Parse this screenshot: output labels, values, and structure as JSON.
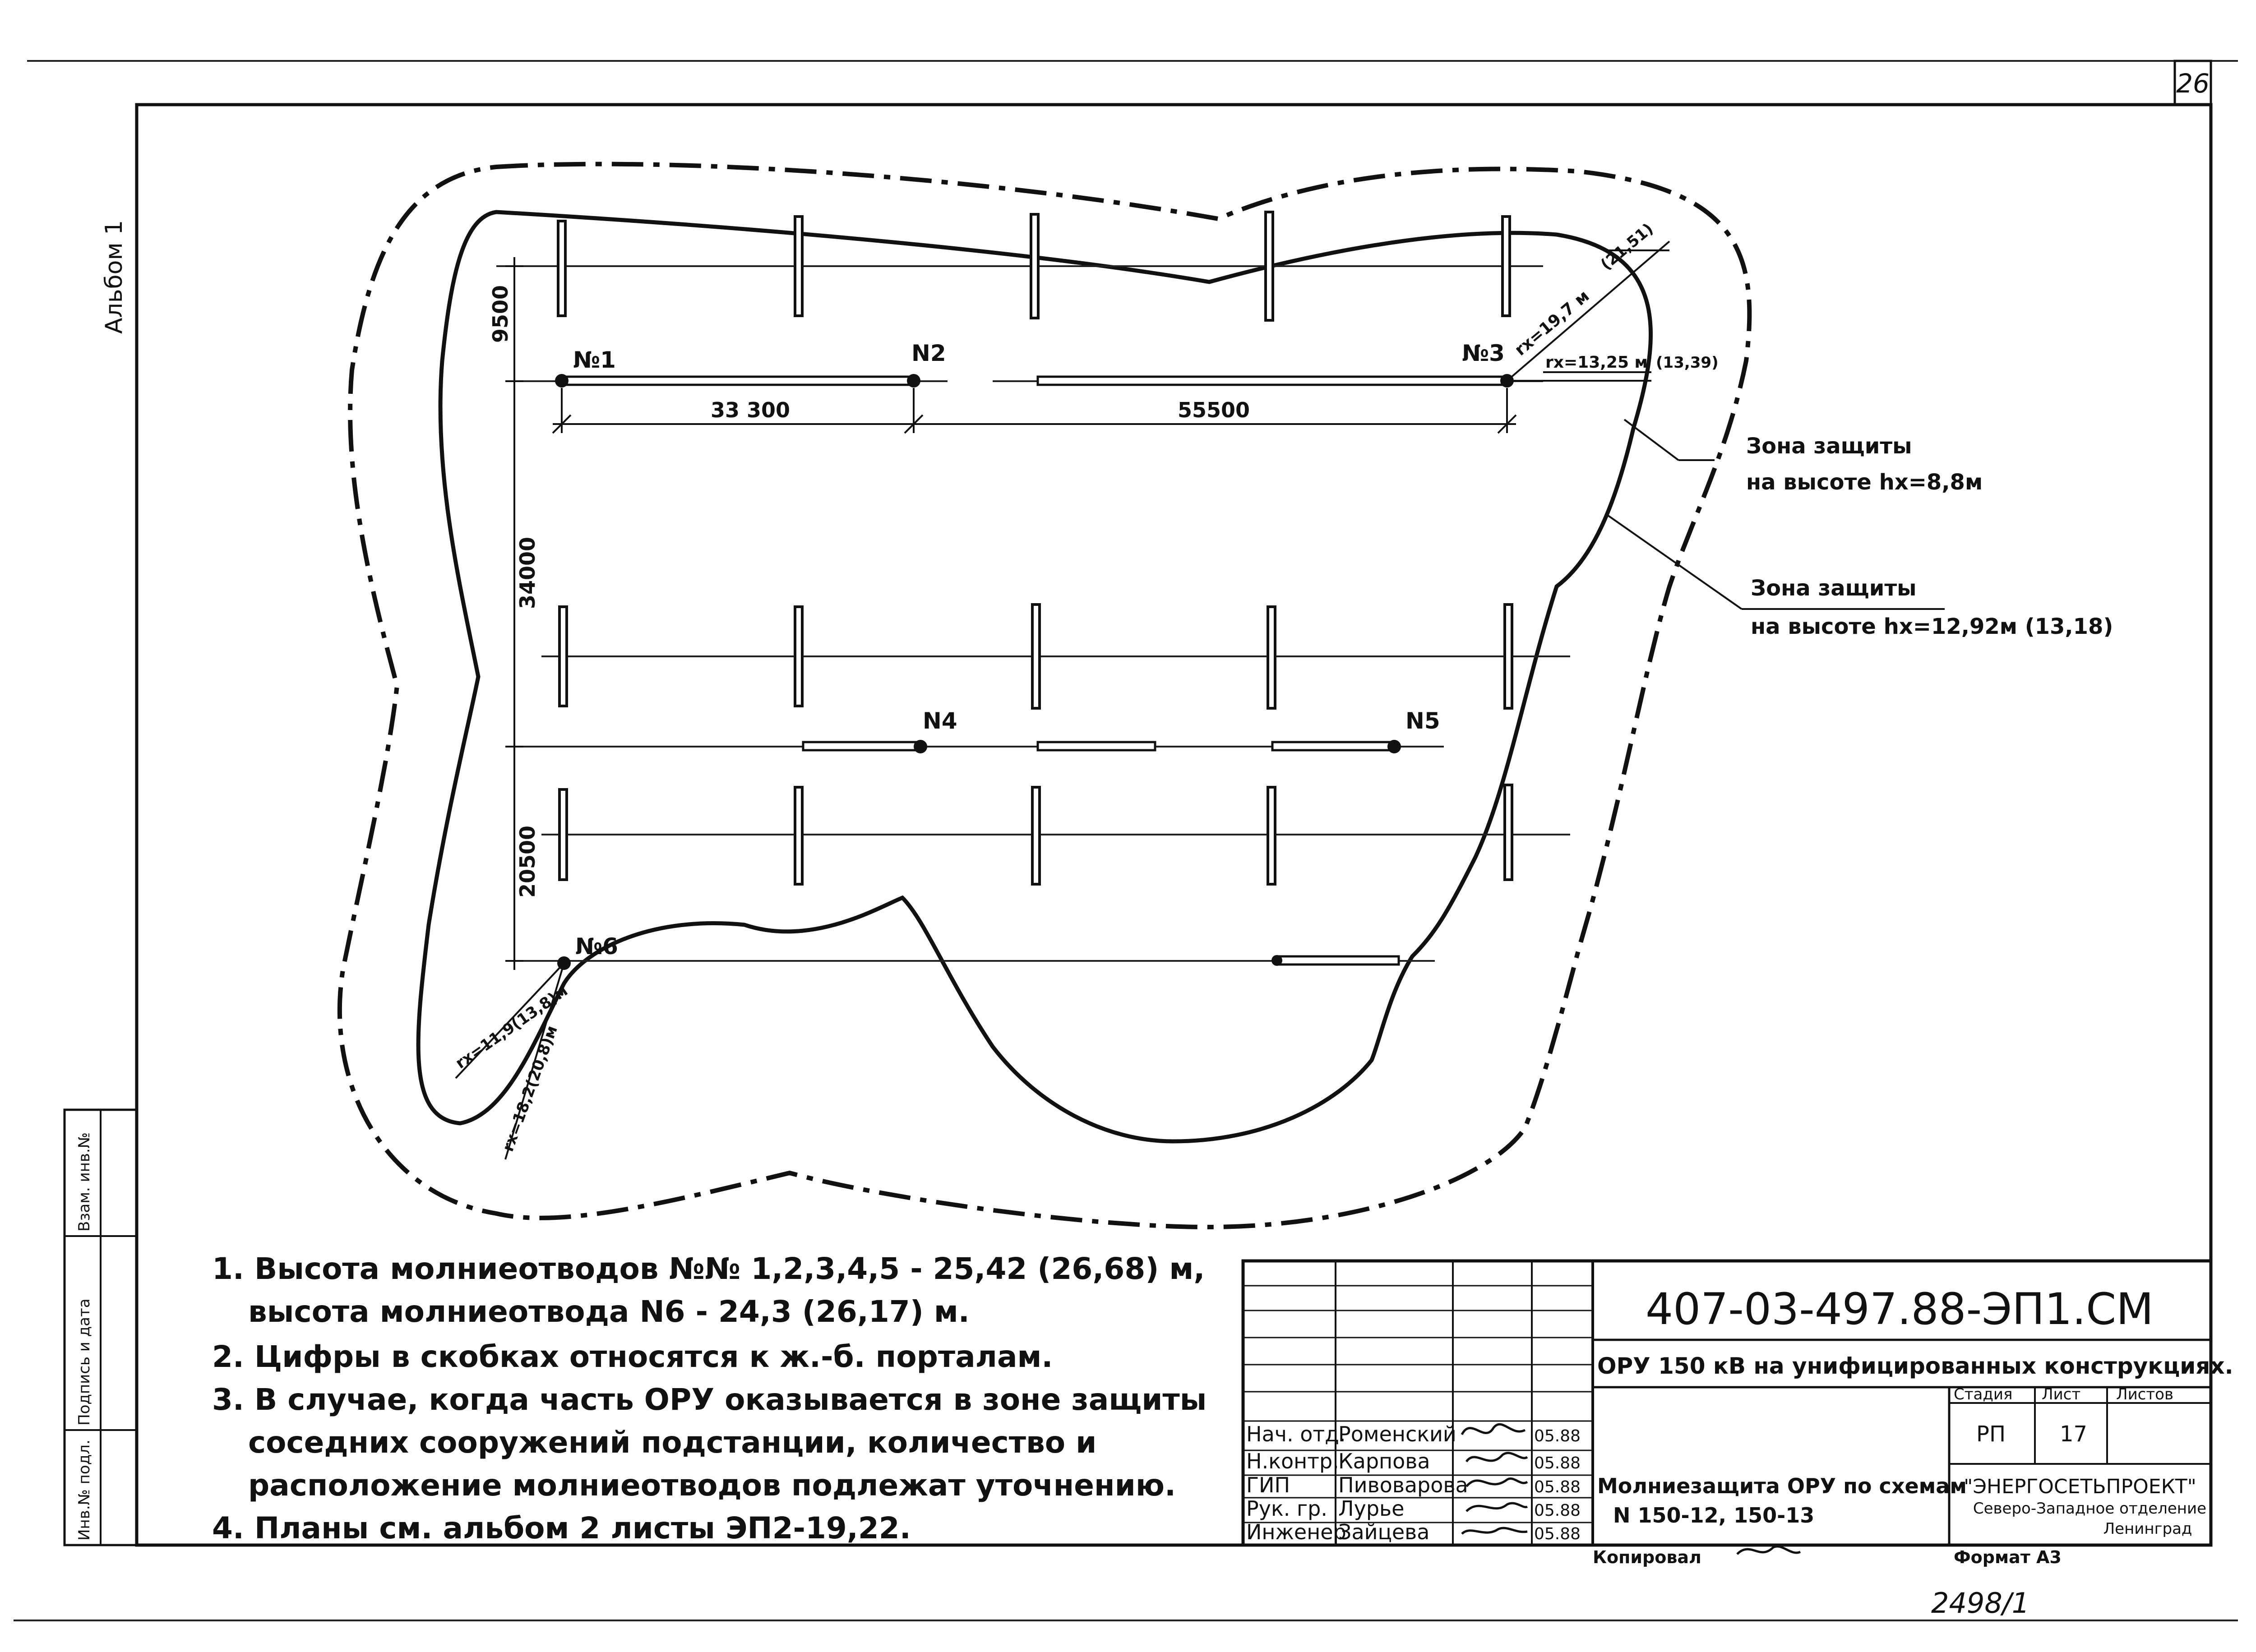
{
  "sheet_number": "26",
  "album_label": "Альбом 1",
  "side_stamp": [
    "Инв.№ подл.",
    "Подпись и дата",
    "Взам. инв.№"
  ],
  "arresters": {
    "n1": "№1",
    "n2": "N2",
    "n3": "№3",
    "n4": "N4",
    "n5": "N5",
    "n6": "№6"
  },
  "dimensions": {
    "d9500": "9500",
    "d33300": "33 300",
    "d55500": "55500",
    "d34000": "34000",
    "d20500": "20500"
  },
  "radii": {
    "rx1": "rx=19,7 м",
    "rx1_bracket": "(21,51)",
    "rx2": "rx=13,25 м",
    "rx2_bracket": "(13,39)",
    "rx3": "rx=11,9(13,8)м",
    "rx4": "rx=18,2(20,8)м"
  },
  "zone_labels": {
    "zone1_line1": "Зона защиты",
    "zone1_line2": "на высоте hx=8,8м",
    "zone2_line1": "Зона защиты",
    "zone2_line2": "на высоте hx=12,92м (13,18)"
  },
  "notes": [
    "1. Высота молниеотводов №№ 1,2,3,4,5 - 25,42 (26,68) м,",
    "высота молниеотвода N6 - 24,3 (26,17) м.",
    "2. Цифры в скобках относятся к ж.-б. порталам.",
    "3. В случае, когда часть ОРУ оказывается в зоне защиты",
    "соседних сооружений подстанции, количество и",
    "расположение молниеотводов подлежат уточнению.",
    "4. Планы см. альбом 2 листы ЭП2-19,22."
  ],
  "title_block": {
    "code": "407-03-497.88-ЭП1.СМ",
    "object": "ОРУ 150 кВ на унифицированных конструкциях.",
    "drawing_title_1": "Молниезащита ОРУ по схемам",
    "drawing_title_2": "N 150-12, 150-13",
    "stage_header": "Стадия",
    "sheet_header": "Лист",
    "sheets_header": "Листов",
    "stage": "РП",
    "sheet": "17",
    "org_1": "\"ЭНЕРГОСЕТЬПРОЕКТ\"",
    "org_2": "Северо-Западное отделение",
    "org_3": "Ленинград",
    "staff": [
      {
        "role": "Нач. отд.",
        "name": "Роменский",
        "date": "05.88"
      },
      {
        "role": "Н.контр.",
        "name": "Карпова",
        "date": "05.88"
      },
      {
        "role": "ГИП",
        "name": "Пивоварова",
        "date": "05.88"
      },
      {
        "role": "Рук. гр.",
        "name": "Лурье",
        "date": "05.88"
      },
      {
        "role": "Инженер",
        "name": "Зайцева",
        "date": "05.88"
      }
    ],
    "copied_label": "Копировал",
    "format_label": "Формат А3"
  },
  "archive_number": "2498/1"
}
